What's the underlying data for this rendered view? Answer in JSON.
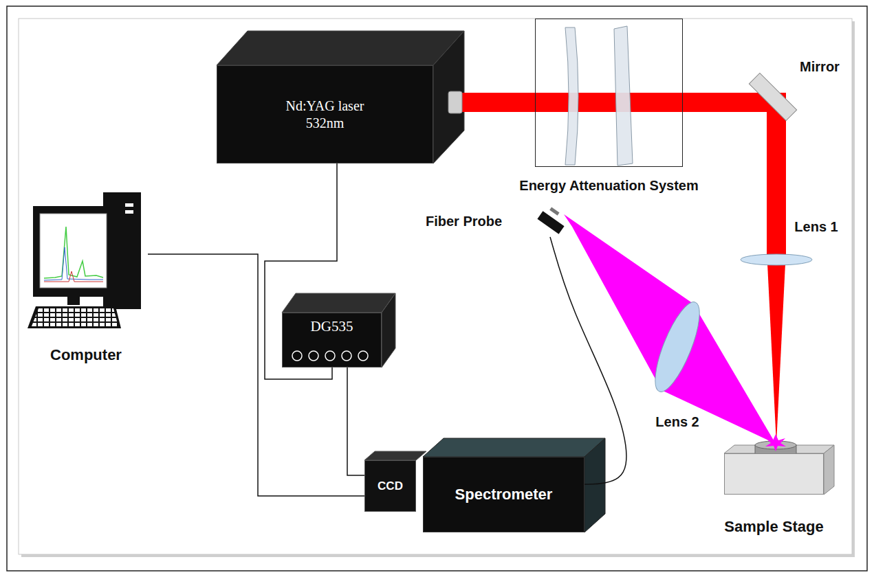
{
  "diagram": {
    "nodes": [
      {
        "text": [
          "Nd:YAG laser 532nm"
        ]
      },
      {
        "text": [
          "Energy Attenuation System"
        ]
      },
      {
        "text": [
          "Fiber Probe"
        ]
      },
      {
        "text": [
          "Computer"
        ]
      },
      {
        "text": [
          "DG535"
        ]
      },
      {
        "text": [
          "CCD"
        ]
      },
      {
        "text": [
          "Spectrometer"
        ]
      },
      {
        "text": [
          "Sample Stage"
        ]
      }
    ],
    "edges": [
      {
        "from": 0,
        "to": 4,
        "arrow": "none"
      },
      {
        "from": 4,
        "to": 5,
        "arrow": "none"
      },
      {
        "from": 3,
        "to": 5,
        "arrow": "none"
      },
      {
        "from": 2,
        "to": 6,
        "arrow": "none"
      }
    ],
    "labels": [
      "Mirror",
      "Lens 1",
      "Lens 2"
    ]
  }
}
